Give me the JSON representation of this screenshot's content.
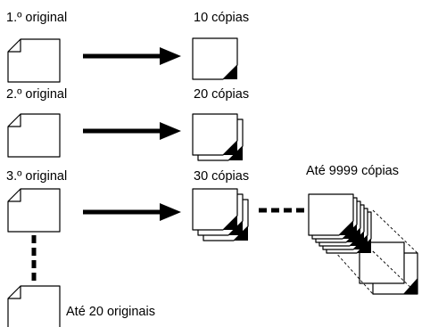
{
  "originals": [
    {
      "label": "1.º original",
      "copies_label": "10 cópias"
    },
    {
      "label": "2.º original",
      "copies_label": "20 cópias"
    },
    {
      "label": "3.º original",
      "copies_label": "30 cópias"
    }
  ],
  "max_copies_label": "Até 9999 cópias",
  "max_originals_label": "Até 20 originais",
  "colors": {
    "ink": "#000000",
    "paper": "#ffffff"
  }
}
